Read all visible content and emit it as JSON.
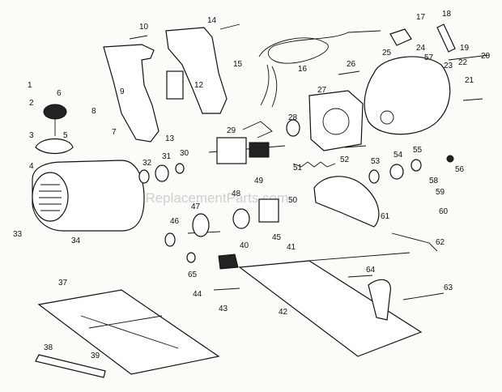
{
  "diagram": {
    "watermark": "eReplacementParts.com",
    "labels": [
      "1",
      "2",
      "3",
      "4",
      "5",
      "6",
      "7",
      "8",
      "9",
      "10",
      "12",
      "13",
      "14",
      "15",
      "16",
      "17",
      "18",
      "19",
      "20",
      "21",
      "22",
      "23",
      "24",
      "25",
      "26",
      "27",
      "28",
      "29",
      "30",
      "31",
      "32",
      "33",
      "34",
      "37",
      "38",
      "39",
      "40",
      "41",
      "42",
      "43",
      "44",
      "45",
      "46",
      "47",
      "48",
      "49",
      "50",
      "51",
      "52",
      "53",
      "54",
      "55",
      "56",
      "57",
      "58",
      "59",
      "60",
      "61",
      "62",
      "63",
      "64",
      "65"
    ]
  }
}
